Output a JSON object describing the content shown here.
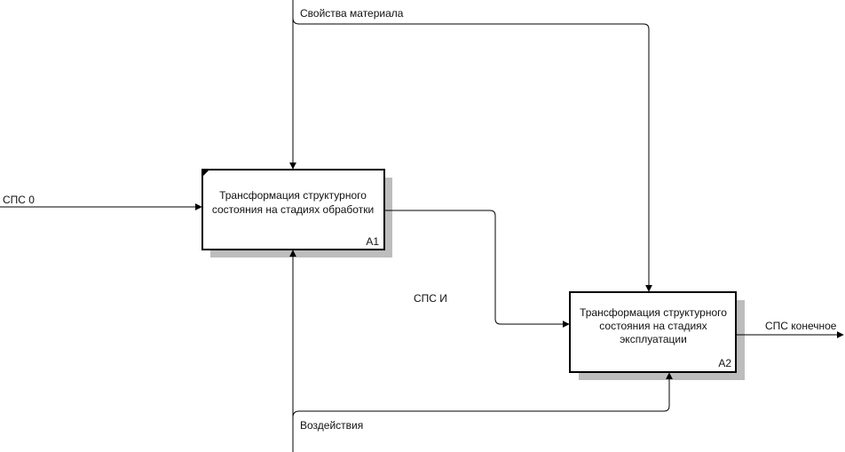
{
  "blocks": {
    "a1": {
      "text_lines": [
        "Трансформация структурного",
        "состояния на стадиях обработки"
      ],
      "code": "A1"
    },
    "a2": {
      "text_lines": [
        "Трансформация структурного",
        "состояния на стадиях",
        "эксплуатации"
      ],
      "code": "A2"
    }
  },
  "arrows": {
    "control": "Свойства материала",
    "input": "СПС 0",
    "intermediate": "СПС И",
    "output": "СПС конечное",
    "mechanism": "Воздействия"
  }
}
